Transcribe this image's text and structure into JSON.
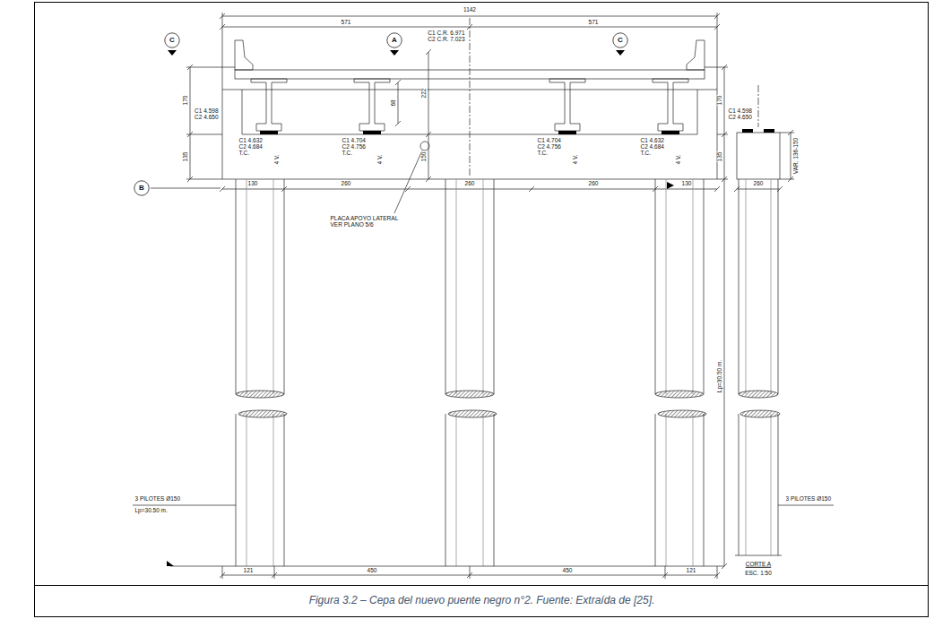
{
  "diagram": {
    "caption": "Figura 3.2 – Cepa del nuevo puente negro n°2. Fuente: Extraída de [25].",
    "nodes": [
      {
        "text": [
          "C"
        ]
      },
      {
        "text": [
          "A"
        ]
      },
      {
        "text": [
          "C"
        ]
      },
      {
        "text": [
          "B"
        ]
      }
    ],
    "labels": [
      "1142",
      "571",
      "571",
      "C1 C.R. 6.971",
      "C2 C.R. 7.023",
      "170",
      "135",
      "C1 4.598",
      "C2 4.650",
      "C1 4.598",
      "C2 4.650",
      "170",
      "135",
      "222",
      "68",
      "150",
      "C1 4.632",
      "C2 4.684",
      "T.C.",
      "4 V.",
      "C1 4.704",
      "C2 4.756",
      "T.C.",
      "4 V.",
      "C1 4.704",
      "C2 4.756",
      "T.C.",
      "4 V.",
      "C1 4.632",
      "C2 4.684",
      "T.C.",
      "4 V.",
      "PLACA APOYO LATERAL",
      "VER PLANO 5/6",
      "130",
      "260",
      "260",
      "260",
      "130",
      "3 PILOTES Ø150",
      "Lp=30.50 m.",
      "Lp=30.50 m.",
      "121",
      "450",
      "450",
      "121",
      "260",
      "VAR. 136-150",
      "3 PILOTES Ø150",
      "CORTE A",
      "ESC. 1:50"
    ]
  }
}
